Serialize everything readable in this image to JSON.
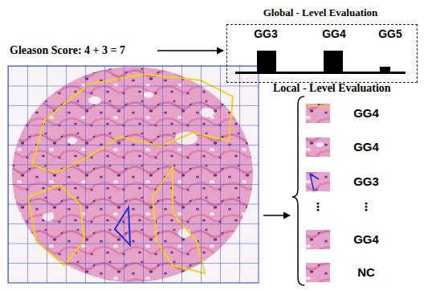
{
  "diagram": {
    "nodes": [
      {
        "text": [
          "Global - Level Evaluation",
          "GG3",
          "GG4",
          "GG5"
        ]
      }
    ],
    "labels": [
      "Gleason Score: 4 + 3 = 7",
      "Local - Level Evaluation",
      "GG4",
      "GG4",
      "GG3",
      "⋮",
      "⋮",
      "GG4",
      "NC"
    ]
  }
}
